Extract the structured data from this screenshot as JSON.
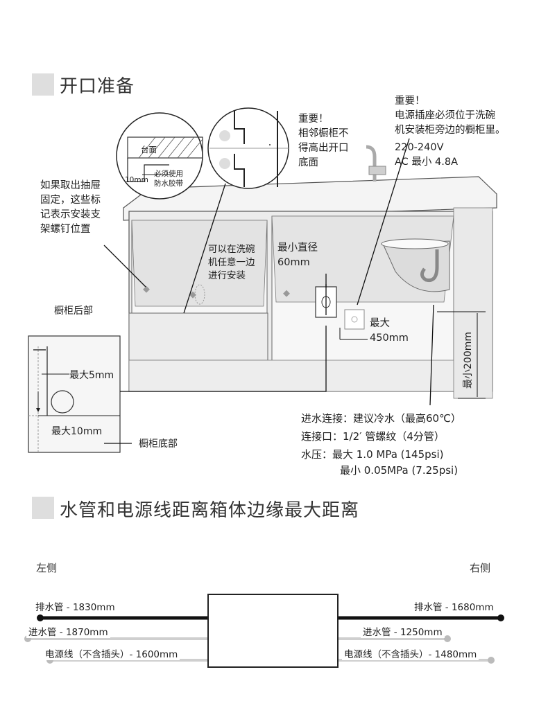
{
  "section1": {
    "title": "开口准备"
  },
  "section2": {
    "title": "水管和电源线距离箱体边缘最大距离"
  },
  "notes": {
    "drawer": "如果取出抽屉\n固定，这些标\n记表示安装支\n架螺钉位置",
    "adjacent": "重要！\n相邻橱柜不\n得高出开口\n底面",
    "power_title": "重要！",
    "power_body": "电源插座必须位于洗碗\n机安装柜旁边的橱柜里。",
    "power_spec": "220-240V\nAC 最小 4.8A",
    "either_side": "可以在洗碗\n机任意一边\n进行安装",
    "min_diameter": "最小直径\n60mm",
    "max450": "最大\n450mm"
  },
  "detail": {
    "countertop": "台面",
    "gap": "10mm",
    "tape": "必须使用\n防水胶带",
    "cabinet_back": "橱柜后部",
    "max5": "最大5mm",
    "max10": "最大10mm",
    "cabinet_bottom": "橱柜底部",
    "min200": "最小200mm"
  },
  "specs": {
    "line1": "进水连接：建议冷水（最高60℃）",
    "line2": "连接口：1/2′ 管螺纹（4分管）",
    "line3": "水压：最大 1.0 MPa (145psi)",
    "line4": "最小 0.05MPa (7.25psi)"
  },
  "distances": {
    "left_title": "左侧",
    "right_title": "右侧",
    "left": [
      {
        "label": "排水管 - 1830mm"
      },
      {
        "label": "进水管 - 1870mm"
      },
      {
        "label": "电源线（不含插头）- 1600mm"
      }
    ],
    "right": [
      {
        "label": "排水管 - 1680mm"
      },
      {
        "label": "进水管 - 1250mm"
      },
      {
        "label": "电源线（不含插头）- 1480mm"
      }
    ]
  },
  "colors": {
    "marker": "#dedede",
    "line": "#222222",
    "pipe_thick": "#111111",
    "pipe_thin": "#cccccc"
  }
}
